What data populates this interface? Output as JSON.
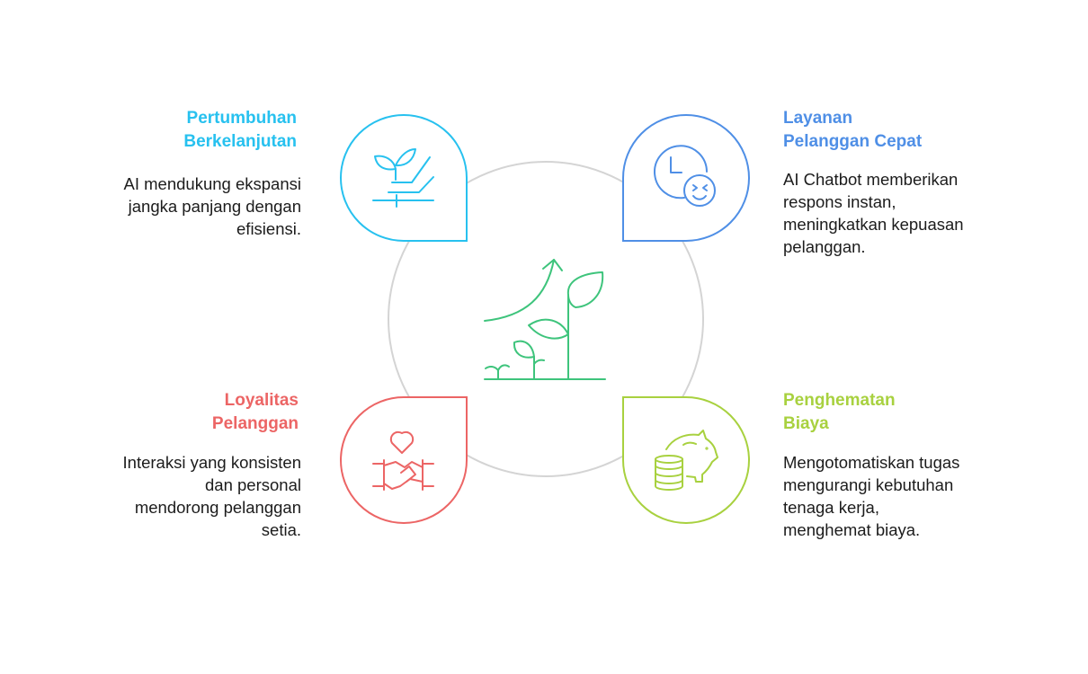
{
  "colors": {
    "ring": "#d4d4d4",
    "center": "#3ec47c",
    "top_left": "#27c1ef",
    "top_right": "#4f8fe6",
    "bottom_left": "#ec6565",
    "bottom_right": "#a8d13f"
  },
  "icons": {
    "center": "growing-plant-arrow-icon",
    "top_left": "plant-growth-icon",
    "top_right": "clock-smiley-icon",
    "bottom_left": "handshake-heart-icon",
    "bottom_right": "piggy-bank-coins-icon"
  },
  "top_left": {
    "title": [
      "Pertumbuhan",
      "Berkelanjutan"
    ],
    "desc": [
      "AI mendukung ekspansi",
      "jangka panjang dengan",
      "efisiensi."
    ]
  },
  "top_right": {
    "title": [
      "Layanan",
      "Pelanggan Cepat"
    ],
    "desc": [
      "AI Chatbot memberikan",
      "respons instan,",
      "meningkatkan kepuasan",
      "pelanggan."
    ]
  },
  "bottom_left": {
    "title": [
      "Loyalitas",
      "Pelanggan"
    ],
    "desc": [
      "Interaksi yang konsisten",
      "dan personal",
      "mendorong pelanggan",
      "setia."
    ]
  },
  "bottom_right": {
    "title": [
      "Penghematan",
      "Biaya"
    ],
    "desc": [
      "Mengotomatiskan tugas",
      "mengurangi kebutuhan",
      "tenaga kerja,",
      "menghemat biaya."
    ]
  }
}
